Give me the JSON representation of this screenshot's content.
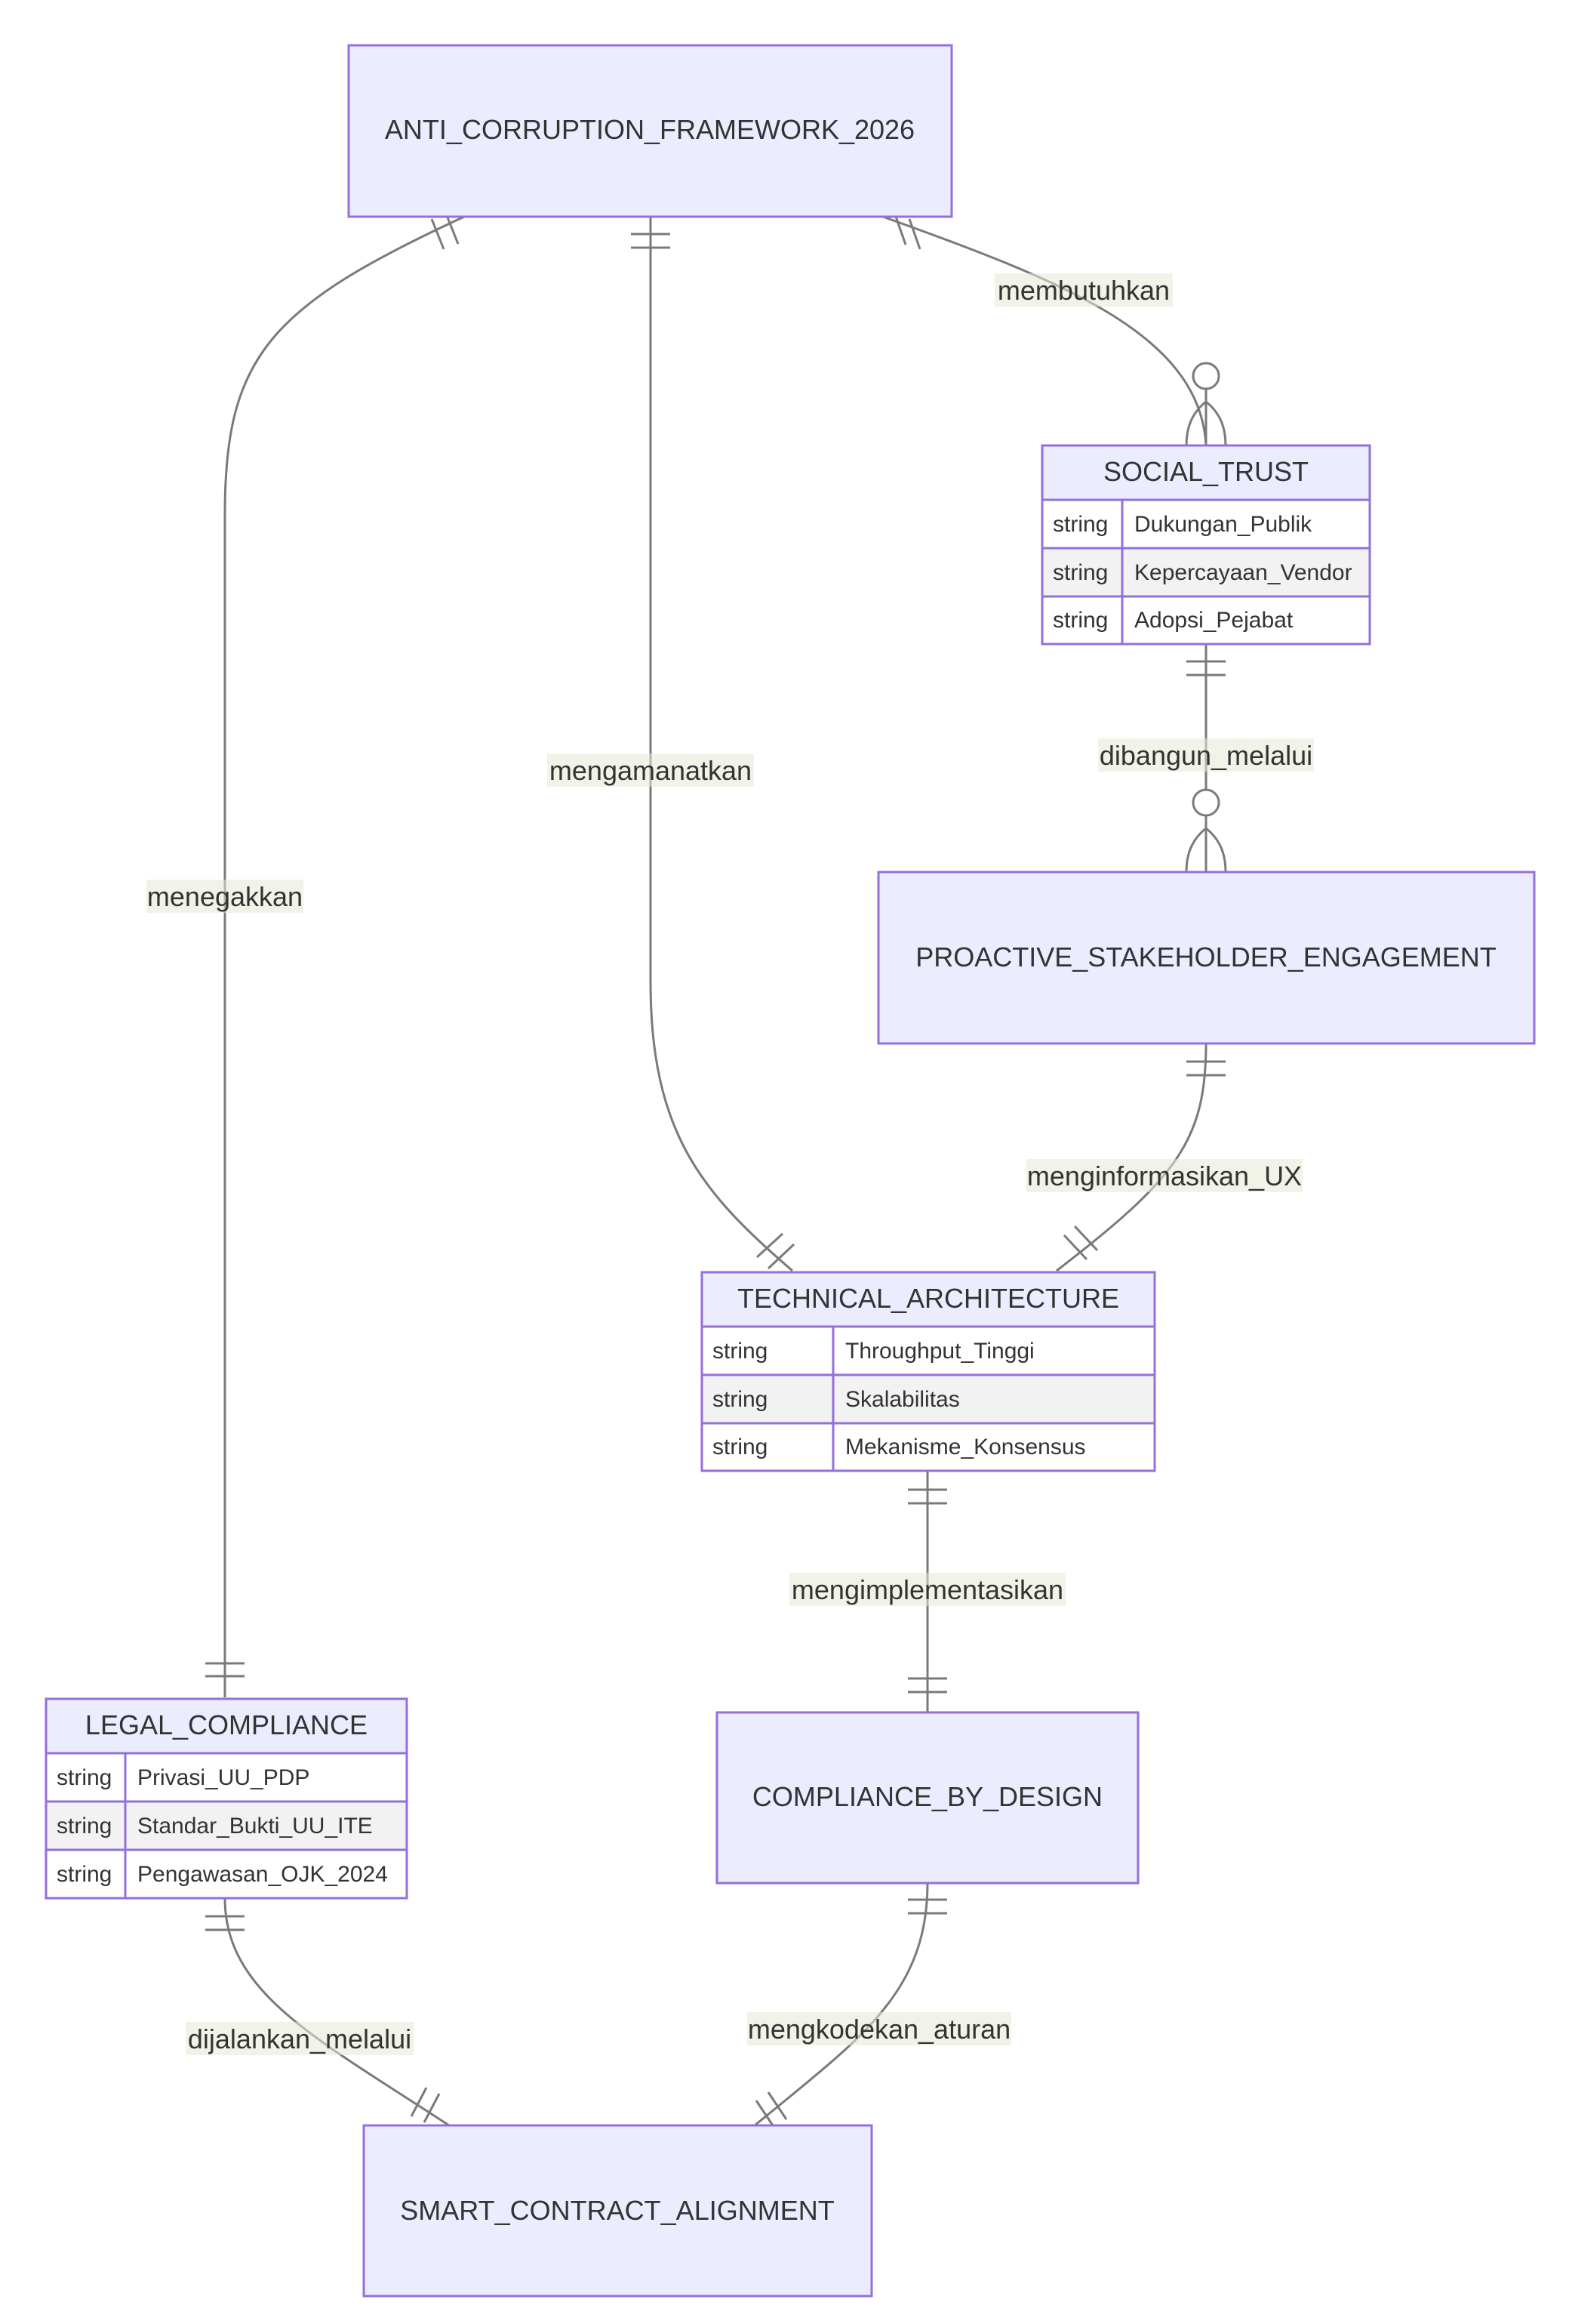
{
  "entities": {
    "anti_corruption_framework": {
      "name": "ANTI_CORRUPTION_FRAMEWORK_2026",
      "attributes": []
    },
    "social_trust": {
      "name": "SOCIAL_TRUST",
      "attributes": [
        {
          "type": "string",
          "name": "Dukungan_Publik"
        },
        {
          "type": "string",
          "name": "Kepercayaan_Vendor"
        },
        {
          "type": "string",
          "name": "Adopsi_Pejabat"
        }
      ]
    },
    "proactive_stakeholder_engagement": {
      "name": "PROACTIVE_STAKEHOLDER_ENGAGEMENT",
      "attributes": []
    },
    "technical_architecture": {
      "name": "TECHNICAL_ARCHITECTURE",
      "attributes": [
        {
          "type": "string",
          "name": "Throughput_Tinggi"
        },
        {
          "type": "string",
          "name": "Skalabilitas"
        },
        {
          "type": "string",
          "name": "Mekanisme_Konsensus"
        }
      ]
    },
    "legal_compliance": {
      "name": "LEGAL_COMPLIANCE",
      "attributes": [
        {
          "type": "string",
          "name": "Privasi_UU_PDP"
        },
        {
          "type": "string",
          "name": "Standar_Bukti_UU_ITE"
        },
        {
          "type": "string",
          "name": "Pengawasan_OJK_2024"
        }
      ]
    },
    "compliance_by_design": {
      "name": "COMPLIANCE_BY_DESIGN",
      "attributes": []
    },
    "smart_contract_alignment": {
      "name": "SMART_CONTRACT_ALIGNMENT",
      "attributes": []
    }
  },
  "relationships": [
    {
      "from": "ANTI_CORRUPTION_FRAMEWORK_2026",
      "to": "SOCIAL_TRUST",
      "label": "membutuhkan",
      "from_card": "exactly-one",
      "to_card": "zero-or-many"
    },
    {
      "from": "SOCIAL_TRUST",
      "to": "PROACTIVE_STAKEHOLDER_ENGAGEMENT",
      "label": "dibangun_melalui",
      "from_card": "exactly-one",
      "to_card": "zero-or-many"
    },
    {
      "from": "ANTI_CORRUPTION_FRAMEWORK_2026",
      "to": "TECHNICAL_ARCHITECTURE",
      "label": "mengamanatkan",
      "from_card": "exactly-one",
      "to_card": "exactly-one"
    },
    {
      "from": "ANTI_CORRUPTION_FRAMEWORK_2026",
      "to": "LEGAL_COMPLIANCE",
      "label": "menegakkan",
      "from_card": "exactly-one",
      "to_card": "exactly-one"
    },
    {
      "from": "PROACTIVE_STAKEHOLDER_ENGAGEMENT",
      "to": "TECHNICAL_ARCHITECTURE",
      "label": "menginformasikan_UX",
      "from_card": "exactly-one",
      "to_card": "exactly-one"
    },
    {
      "from": "TECHNICAL_ARCHITECTURE",
      "to": "COMPLIANCE_BY_DESIGN",
      "label": "mengimplementasikan",
      "from_card": "exactly-one",
      "to_card": "exactly-one"
    },
    {
      "from": "LEGAL_COMPLIANCE",
      "to": "SMART_CONTRACT_ALIGNMENT",
      "label": "dijalankan_melalui",
      "from_card": "exactly-one",
      "to_card": "exactly-one"
    },
    {
      "from": "COMPLIANCE_BY_DESIGN",
      "to": "SMART_CONTRACT_ALIGNMENT",
      "label": "mengkodekan_aturan",
      "from_card": "exactly-one",
      "to_card": "exactly-one"
    }
  ],
  "colors": {
    "entity_fill": "#ececff",
    "entity_stroke": "#9370db",
    "edge": "#7a7a7a",
    "text": "#333333"
  }
}
